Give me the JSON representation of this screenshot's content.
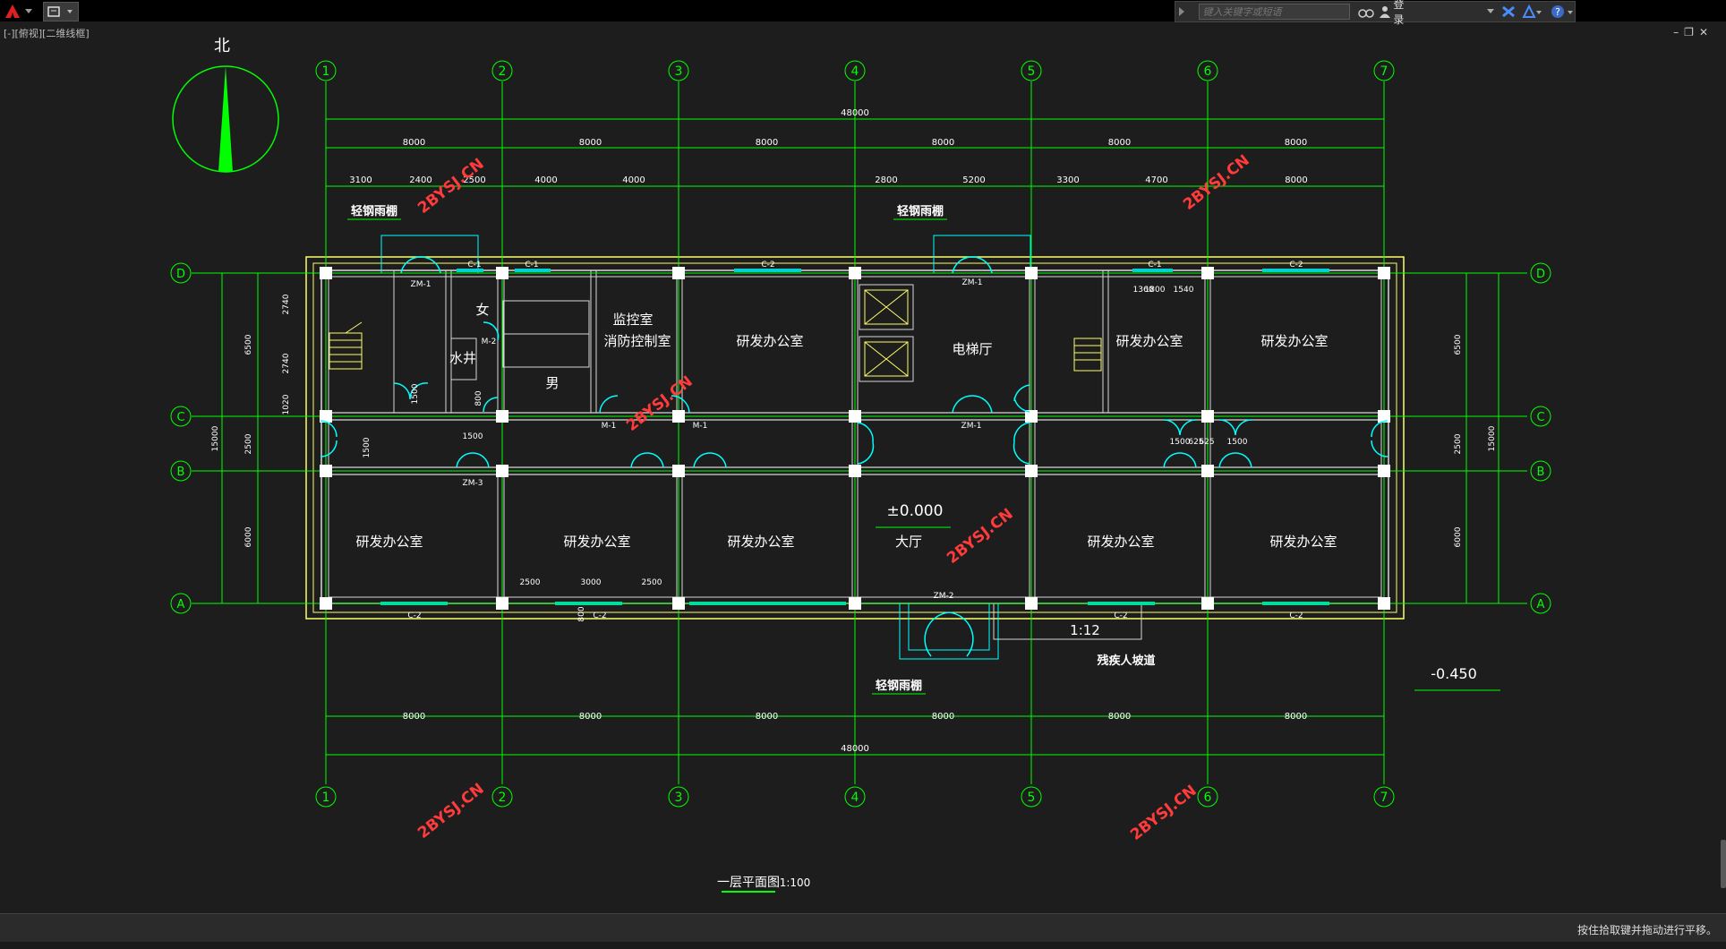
{
  "app": {
    "search_placeholder": "键入关键字或短语",
    "login_label": "登录",
    "view_label": "[-][俯视][二维线框]",
    "status_text": "按住拾取键并拖动进行平移。",
    "icons": [
      "app-logo-icon",
      "dropdown-arrow-icon",
      "workspace-icon",
      "binoculars-icon",
      "user-icon",
      "exchange-icon",
      "triangle-icon",
      "help-icon",
      "minimize-icon",
      "restore-icon",
      "close-icon"
    ]
  },
  "drawing": {
    "north_label": "北",
    "columns": [
      "1",
      "2",
      "3",
      "4",
      "5",
      "6",
      "7"
    ],
    "rows": [
      "D",
      "C",
      "B",
      "A"
    ],
    "dim_total": "48000",
    "dim_bay": "8000",
    "dim_detail_top": [
      "3100",
      "2400",
      "2500",
      "4000",
      "4000",
      "2800",
      "5200",
      "3300",
      "4700",
      "8000"
    ],
    "dim_side": [
      "6500",
      "2500",
      "6000",
      "15000"
    ],
    "dim_misc": [
      "2740",
      "2740",
      "1020",
      "1500",
      "1500",
      "1500",
      "800",
      "1360",
      "1800",
      "1540",
      "1500",
      "625",
      "625",
      "1500",
      "2500",
      "3000",
      "2500",
      "800"
    ],
    "rooms": {
      "monitor": "监控室",
      "fire_control": "消防控制室",
      "rd_office": "研发办公室",
      "elevator_hall": "电梯厅",
      "lobby": "大厅",
      "women": "女",
      "men": "男",
      "water_well": "水井"
    },
    "canopy_label": "轻钢雨棚",
    "ramp_label": "残疾人坡道",
    "ramp_slope": "1:12",
    "elev_zero": "±0.000",
    "elev_outside": "-0.450",
    "plan_title": "一层平面图",
    "plan_scale": "1:100",
    "door_labels": [
      "ZM-1",
      "ZM-1",
      "ZM-1",
      "ZM-2",
      "ZM-3",
      "M-1",
      "M-1",
      "M-2"
    ],
    "window_labels": [
      "C-1",
      "C-1",
      "C-2",
      "C-1",
      "C-2",
      "C-2",
      "C-2",
      "C-2",
      "C-2"
    ],
    "watermark": "2BYSJ.CN",
    "colors": {
      "grid": "#00ff00",
      "wall": "#d6d6d6",
      "outline": "#ffff66",
      "door": "#00ffff",
      "window": "#00d0d0",
      "watermark": "#ff3b3b",
      "text": "#ffffff",
      "column": "#ffffff"
    }
  }
}
